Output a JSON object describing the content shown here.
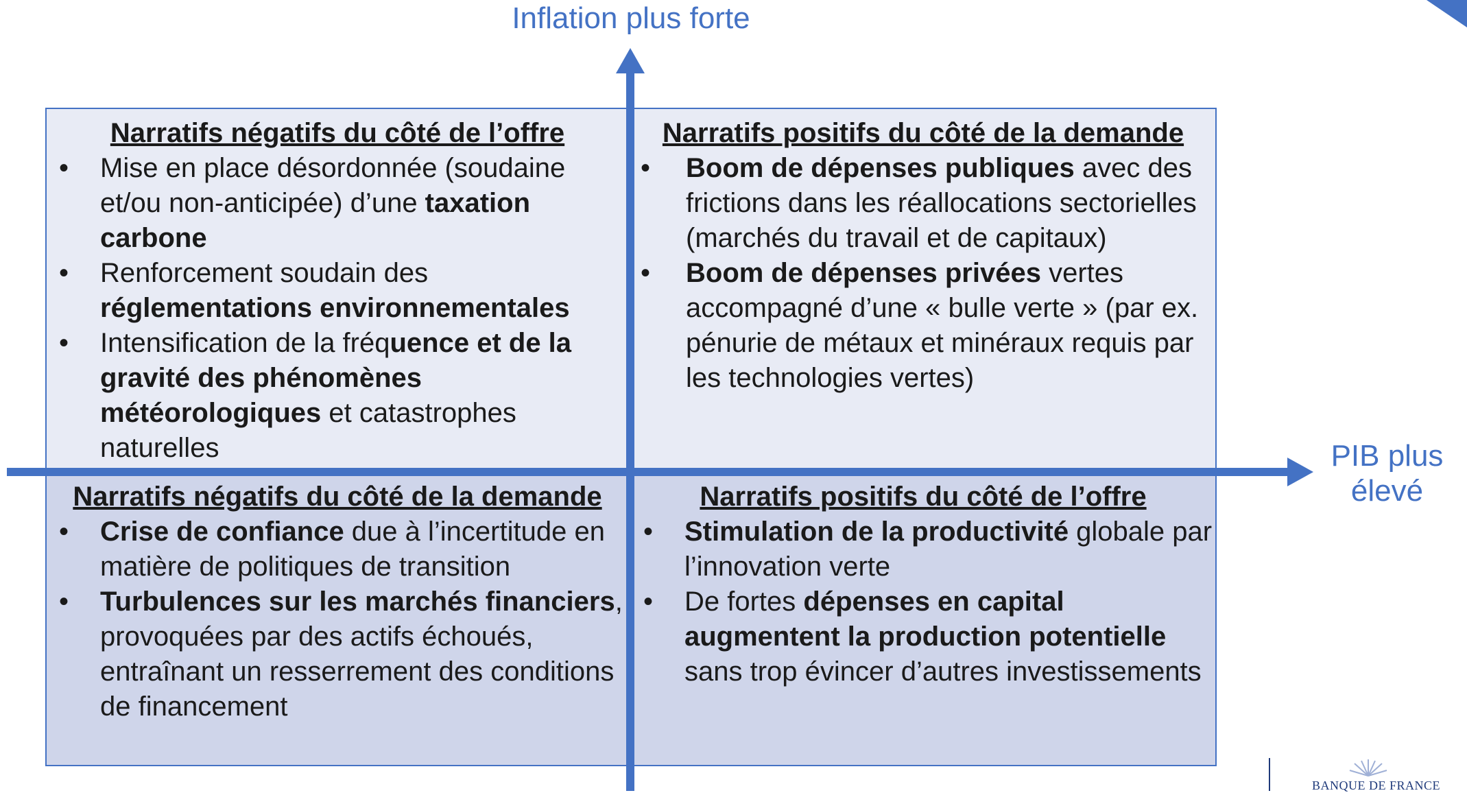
{
  "axes": {
    "y_label": "Inflation plus forte",
    "x_label_line1": "PIB plus",
    "x_label_line2": "élevé"
  },
  "quadrants": {
    "top_left": {
      "title": "Narratifs négatifs du côté de l’offre",
      "items": [
        {
          "parts": [
            {
              "t": "Mise en place désordonnée (soudaine et/ou non-anticipée) d’une ",
              "b": false
            },
            {
              "t": "taxation carbone",
              "b": true
            }
          ]
        },
        {
          "parts": [
            {
              "t": "Renforcement soudain des ",
              "b": false
            },
            {
              "t": "réglementations environnementales",
              "b": true
            }
          ]
        },
        {
          "parts": [
            {
              "t": "Intensification de la fréq",
              "b": false
            },
            {
              "t": "uence et de la gravité des phénomènes météorologiques",
              "b": true
            },
            {
              "t": " et catastrophes naturelles",
              "b": false
            }
          ]
        }
      ]
    },
    "top_right": {
      "title": "Narratifs positifs du côté de la demande",
      "items": [
        {
          "parts": [
            {
              "t": "Boom de dépenses publiques",
              "b": true
            },
            {
              "t": " avec des frictions dans les réallocations sectorielles (marchés du travail et de capitaux)",
              "b": false
            }
          ]
        },
        {
          "parts": [
            {
              "t": "Boom de dépenses privées",
              "b": true
            },
            {
              "t": " vertes accompagné d’une « bulle verte » (par ex. pénurie de métaux et minéraux requis par les technologies vertes)",
              "b": false
            }
          ]
        }
      ]
    },
    "bottom_left": {
      "title": "Narratifs négatifs du côté de la demande",
      "items": [
        {
          "parts": [
            {
              "t": "Crise de confiance",
              "b": true
            },
            {
              "t": " due à l’incertitude en matière de politiques de transition",
              "b": false
            }
          ]
        },
        {
          "parts": [
            {
              "t": "Turbulences sur les marchés financiers",
              "b": true
            },
            {
              "t": ", provoquées par des actifs échoués, entraînant un resserrement des conditions de financement",
              "b": false
            }
          ]
        }
      ]
    },
    "bottom_right": {
      "title": "Narratifs positifs du côté de l’offre",
      "items": [
        {
          "parts": [
            {
              "t": "Stimulation de la productivité",
              "b": true
            },
            {
              "t": " globale par l’innovation verte",
              "b": false
            }
          ]
        },
        {
          "parts": [
            {
              "t": "De fortes ",
              "b": false
            },
            {
              "t": "dépenses en capital augmentent la production potentielle",
              "b": true
            },
            {
              "t": " sans trop évincer d’autres investissements",
              "b": false
            }
          ]
        }
      ]
    }
  },
  "logo": {
    "text": "BANQUE DE FRANCE"
  },
  "colors": {
    "axis": "#4472c4",
    "top_fill": "#e8ebf5",
    "bottom_fill": "#cfd5ea"
  }
}
